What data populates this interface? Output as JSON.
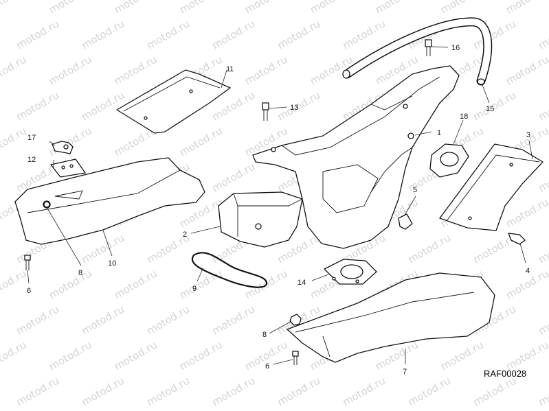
{
  "watermark": "motod.ru",
  "drawing_code": "RAF00028",
  "parts": {
    "p1": "1",
    "p2": "2",
    "p3": "3",
    "p4": "4",
    "p5": "5",
    "p6a": "6",
    "p6b": "6",
    "p7": "7",
    "p8a": "8",
    "p8b": "8",
    "p9": "9",
    "p10": "10",
    "p11": "11",
    "p12": "12",
    "p13": "13",
    "p14": "14",
    "p15": "15",
    "p16": "16",
    "p17": "17",
    "p18": "18"
  }
}
